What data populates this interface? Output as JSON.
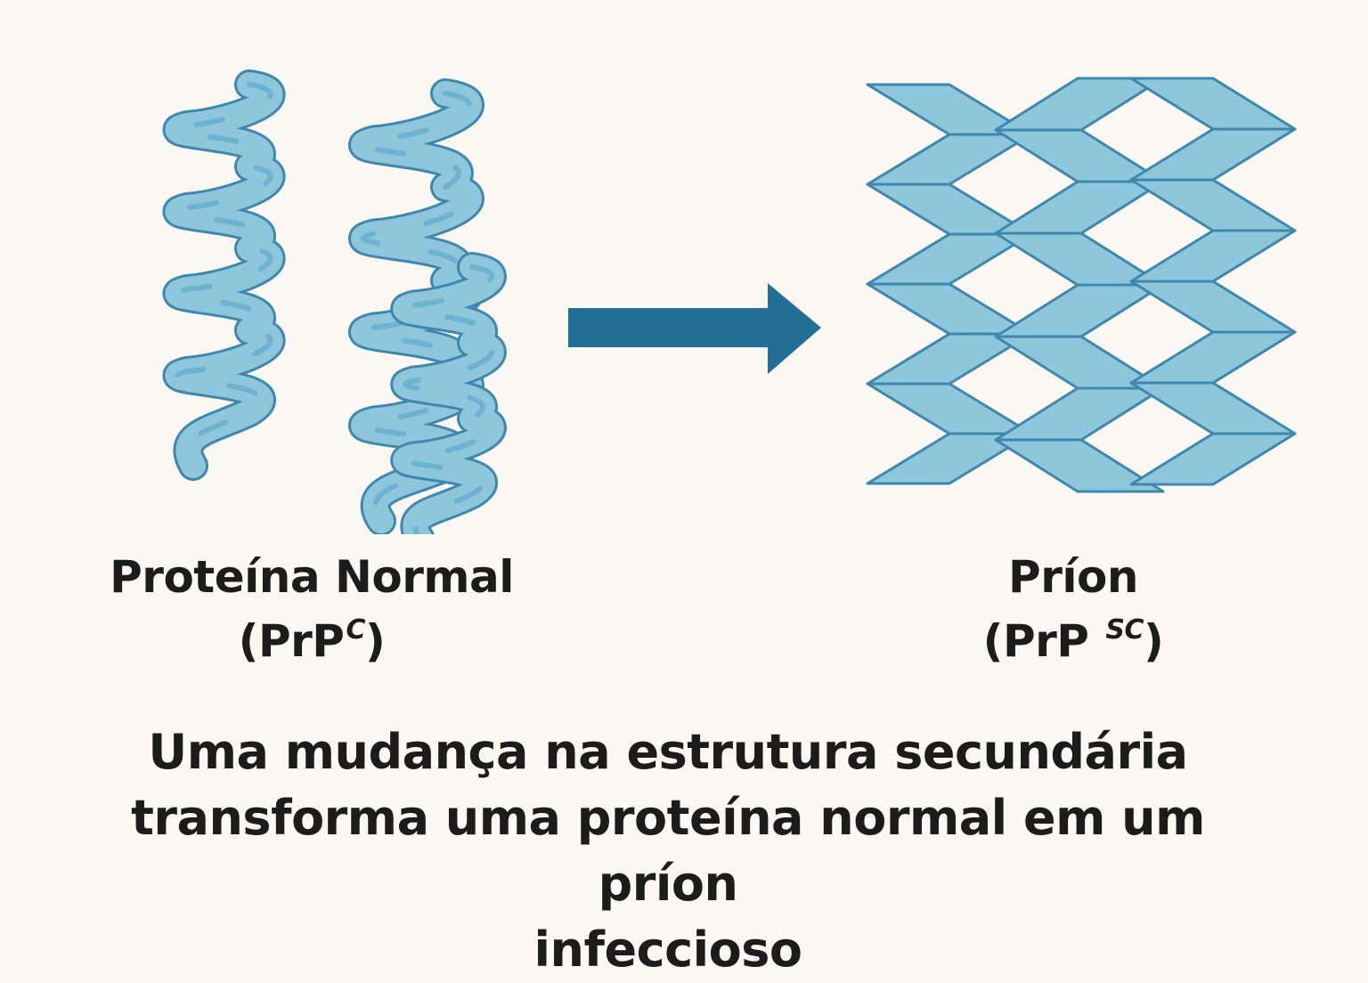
{
  "colors": {
    "background": "#fbf8f3",
    "ribbon_fill": "#8ec7dc",
    "ribbon_back": "#5fa9c9",
    "ribbon_stroke": "#3f88ad",
    "arrow": "#236f96",
    "text": "#1c1c1c"
  },
  "normal_protein": {
    "name": "Proteína Normal",
    "code_open": "(PrP",
    "code_sup": "C",
    "code_close": ")"
  },
  "prion": {
    "name": "Príon",
    "code_open": "(PrP",
    "code_sup": "SC",
    "code_close": ")"
  },
  "caption": {
    "line1": "Uma mudança na estrutura secundária",
    "line2": "transforma uma proteína normal em um príon",
    "line3": "infeccioso"
  },
  "icons": {
    "helices": "alpha-helix-ribbon-icon",
    "arrow": "right-arrow-icon",
    "sheets": "beta-sheet-zigzag-icon"
  }
}
